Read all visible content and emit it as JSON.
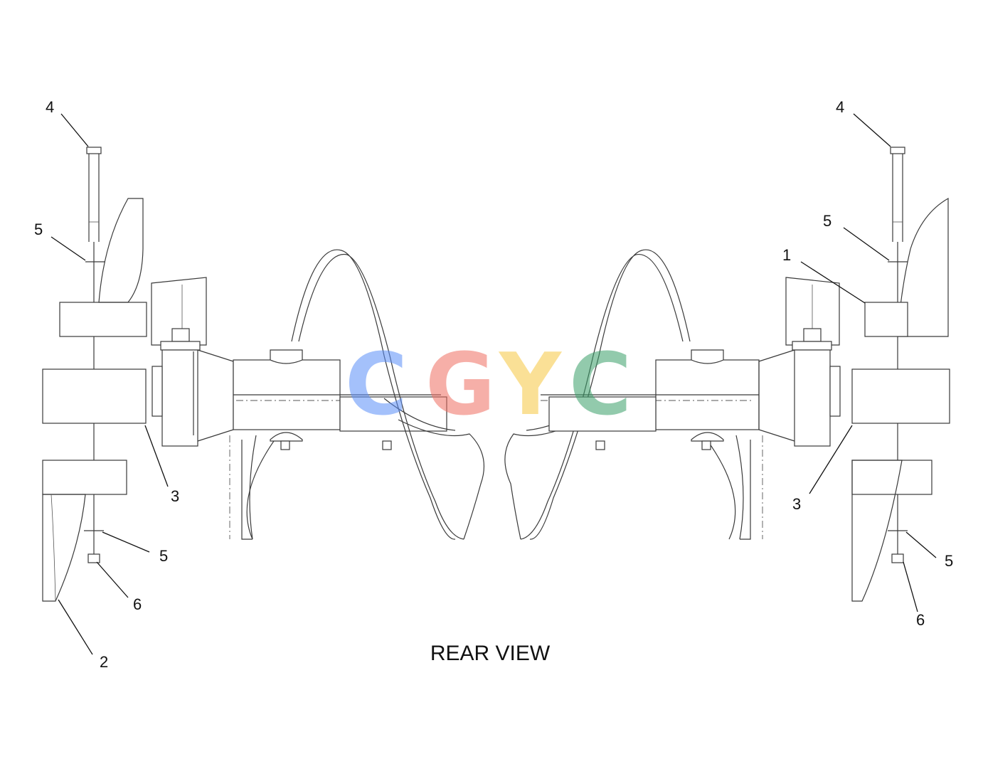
{
  "view_title": "REAR VIEW",
  "watermark": {
    "letters": [
      "C",
      "G",
      "Y",
      "C"
    ],
    "colors": [
      "#5b8ff9",
      "#f06e62",
      "#f7c842",
      "#3aa06a"
    ]
  },
  "callouts": {
    "left_4": "4",
    "left_5_top": "5",
    "left_3": "3",
    "left_5_bottom": "5",
    "left_6": "6",
    "left_2": "2",
    "right_4": "4",
    "right_5_top": "5",
    "right_1": "1",
    "right_3": "3",
    "right_5_bottom": "5",
    "right_6": "6"
  }
}
